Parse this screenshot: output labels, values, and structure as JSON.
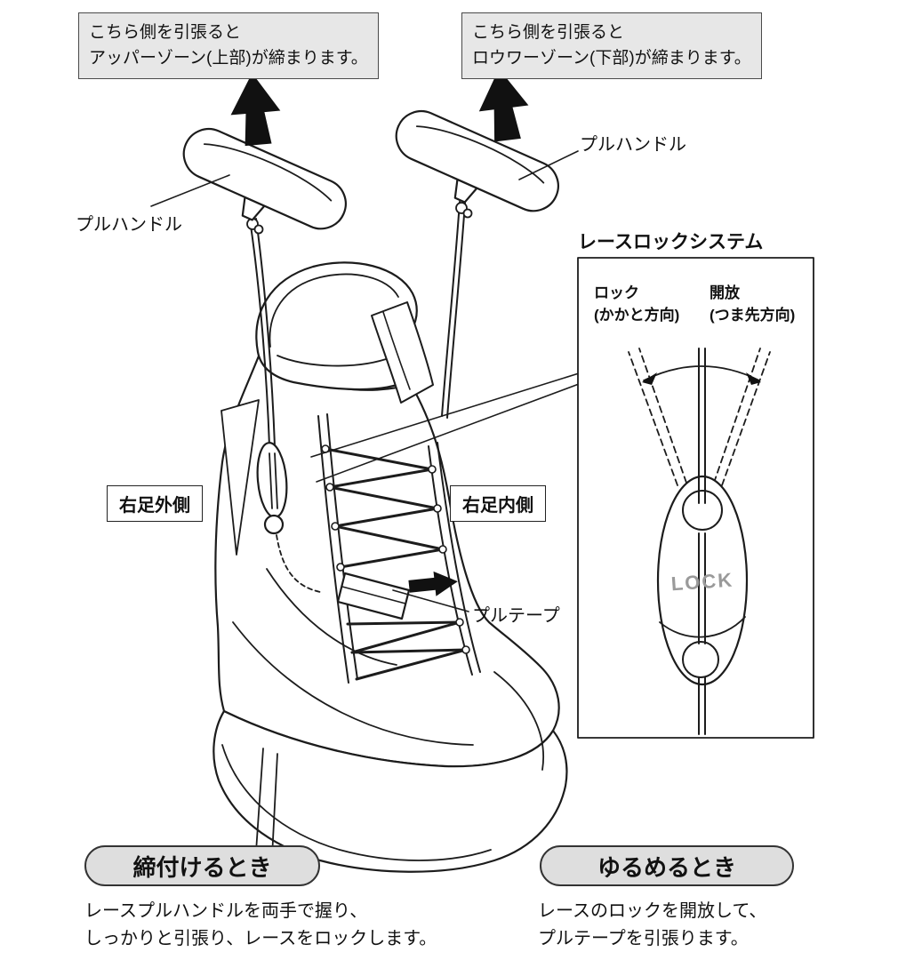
{
  "callouts": {
    "upper": {
      "line1": "こちら側を引張ると",
      "line2": "アッパーゾーン(上部)が締まります。"
    },
    "lower": {
      "line1": "こちら側を引張ると",
      "line2": "ロウワーゾーン(下部)が締まります。"
    }
  },
  "labels": {
    "pull_handle_left": "プルハンドル",
    "pull_handle_right": "プルハンドル",
    "right_foot_outer": "右足外側",
    "right_foot_inner": "右足内側",
    "pull_tape": "プルテープ"
  },
  "lock_system": {
    "title": "レースロックシステム",
    "lock_line1": "ロック",
    "lock_line2": "(かかと方向)",
    "release_line1": "開放",
    "release_line2": "(つま先方向)",
    "device_text": "LOCK"
  },
  "instructions": {
    "tighten": {
      "heading": "締付けるとき",
      "line1": "レースプルハンドルを両手で握り、",
      "line2": "しっかりと引張り、レースをロックします。"
    },
    "loosen": {
      "heading": "ゆるめるとき",
      "line1": "レースのロックを開放して、",
      "line2": "プルテープを引張ります。"
    }
  },
  "colors": {
    "box_bg": "#e7e7e7",
    "pill_bg": "#dedede",
    "line": "#1c1c1c",
    "lock_text": "#9a9a9a"
  }
}
